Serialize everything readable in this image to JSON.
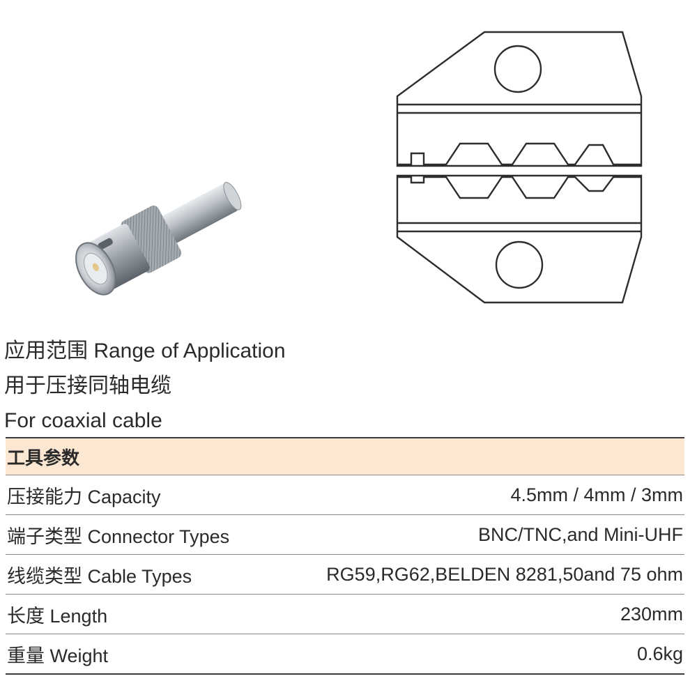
{
  "application": {
    "heading": "应用范围 Range of Application",
    "description_cn": "用于压接同轴电缆",
    "description_en": "For coaxial cable"
  },
  "spec_table": {
    "header": "工具参数",
    "rows": [
      {
        "label": "压接能力 Capacity",
        "value": "4.5mm / 4mm / 3mm"
      },
      {
        "label": "端子类型 Connector Types",
        "value": "BNC/TNC,and Mini-UHF"
      },
      {
        "label": "线缆类型 Cable Types",
        "value": "RG59,RG62,BELDEN 8281,50and 75 ohm"
      },
      {
        "label": "长度 Length",
        "value": "230mm"
      },
      {
        "label": "重量 Weight",
        "value": "0.6kg"
      }
    ]
  },
  "images": {
    "connector": "bnc-connector-photo",
    "die": "crimp-die-diagram"
  }
}
